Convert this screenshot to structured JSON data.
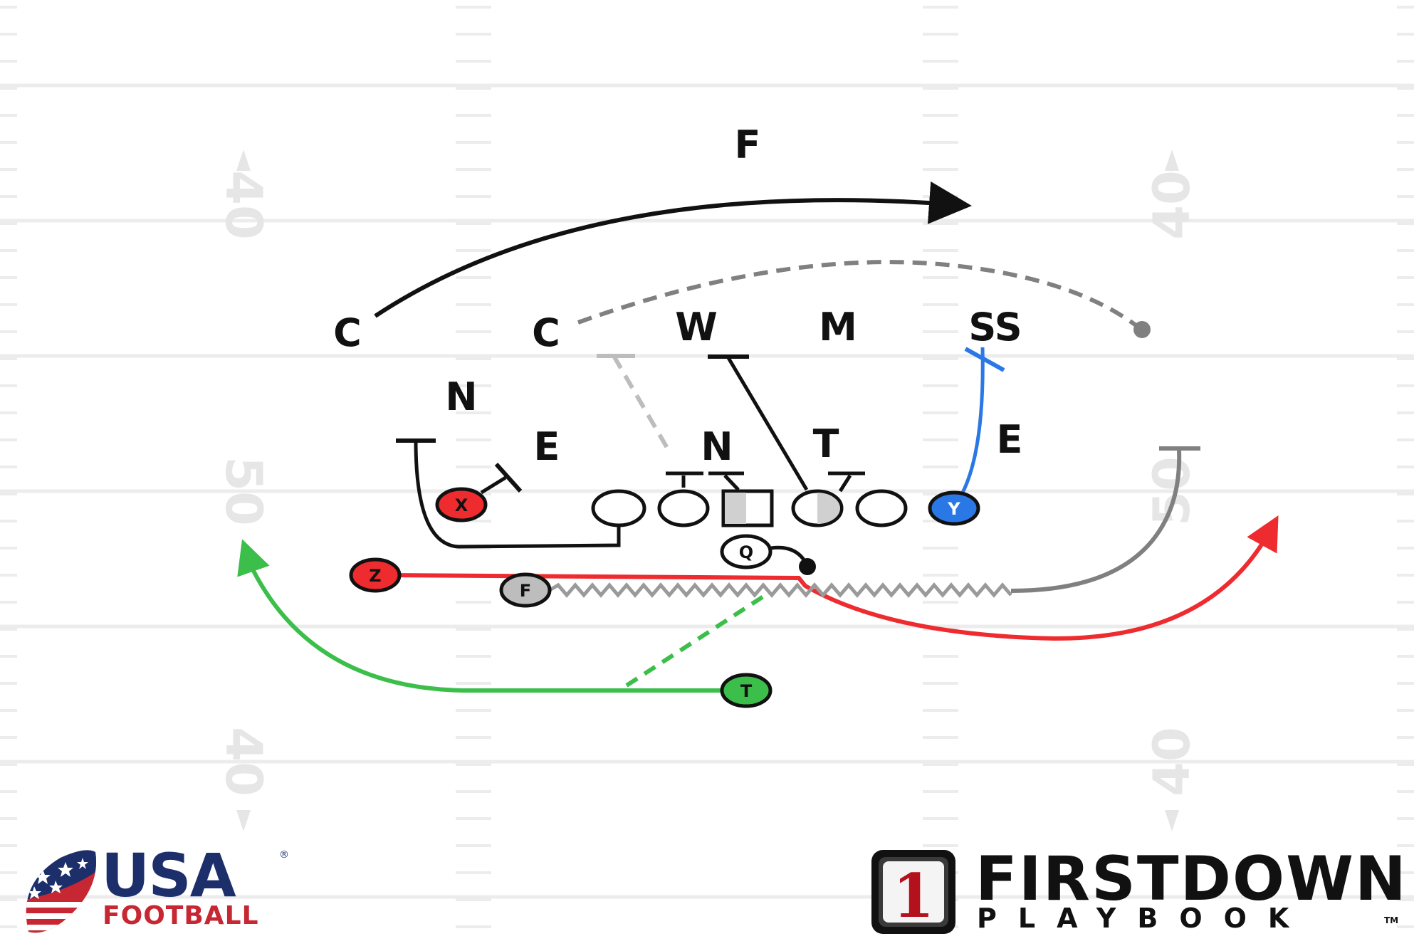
{
  "colors": {
    "field_line": "#ececec",
    "black": "#111111",
    "gray": "#808080",
    "light_gray": "#bdbdbd",
    "red": "#ee2b2f",
    "green": "#3cbf4a",
    "blue": "#2a78e6",
    "usa_blue": "#1c2f6b",
    "usa_red": "#c62732"
  },
  "field": {
    "yard_numbers": [
      "40",
      "50",
      "40",
      "40",
      "50",
      "40"
    ]
  },
  "defense": {
    "deep_safety": "F",
    "corner_left": "C",
    "corner_inside": "C",
    "will": "W",
    "mike": "M",
    "strong_safety": "SS",
    "nickel": "N",
    "end_left": "E",
    "nose": "N",
    "tackle": "T",
    "end_right": "E"
  },
  "offense": {
    "x_receiver": "X",
    "z_receiver": "Z",
    "fullback": "F",
    "tailback": "T",
    "tight_end": "Y",
    "quarterback": "Q"
  },
  "logos": {
    "usa_word": "USA",
    "usa_registered": "®",
    "usa_sub": "FOOTBALL",
    "firstdown_number": "1",
    "firstdown_word": "FIRSTDOWN",
    "firstdown_sub": "PLAYBOOK",
    "firstdown_tm": "TM"
  }
}
